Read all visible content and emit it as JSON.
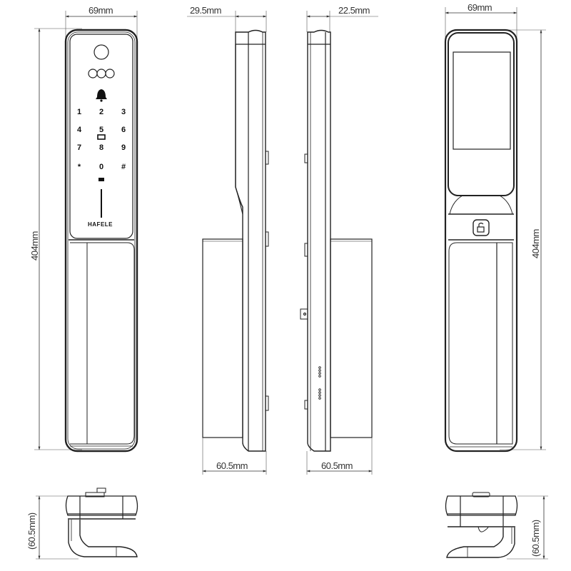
{
  "drawing": {
    "subject": "Smart door lock technical drawing",
    "brand_label": "HAFELE",
    "stroke_color": "#222222",
    "background": "#ffffff"
  },
  "front_view": {
    "width_label": "69mm",
    "height_label": "404mm",
    "keypad": {
      "rows": [
        [
          "1",
          "2",
          "3"
        ],
        [
          "4",
          "5",
          "6"
        ],
        [
          "7",
          "8",
          "9"
        ],
        [
          "*",
          "0",
          "#"
        ]
      ]
    },
    "icons": [
      "camera-lens",
      "indicator-lights",
      "doorbell",
      "card-reader",
      "fingerprint-sensor"
    ]
  },
  "side_view_left": {
    "depth_top_label": "29.5mm",
    "depth_bottom_label": "60.5mm"
  },
  "side_view_right": {
    "depth_top_label": "22.5mm",
    "depth_bottom_label": "60.5mm"
  },
  "back_view": {
    "width_label": "69mm",
    "height_label": "404mm",
    "icons": [
      "screen",
      "unlock-button"
    ]
  },
  "bottom_view_left": {
    "height_label": "(60.5mm)"
  },
  "bottom_view_right": {
    "height_label": "(60.5mm)"
  }
}
